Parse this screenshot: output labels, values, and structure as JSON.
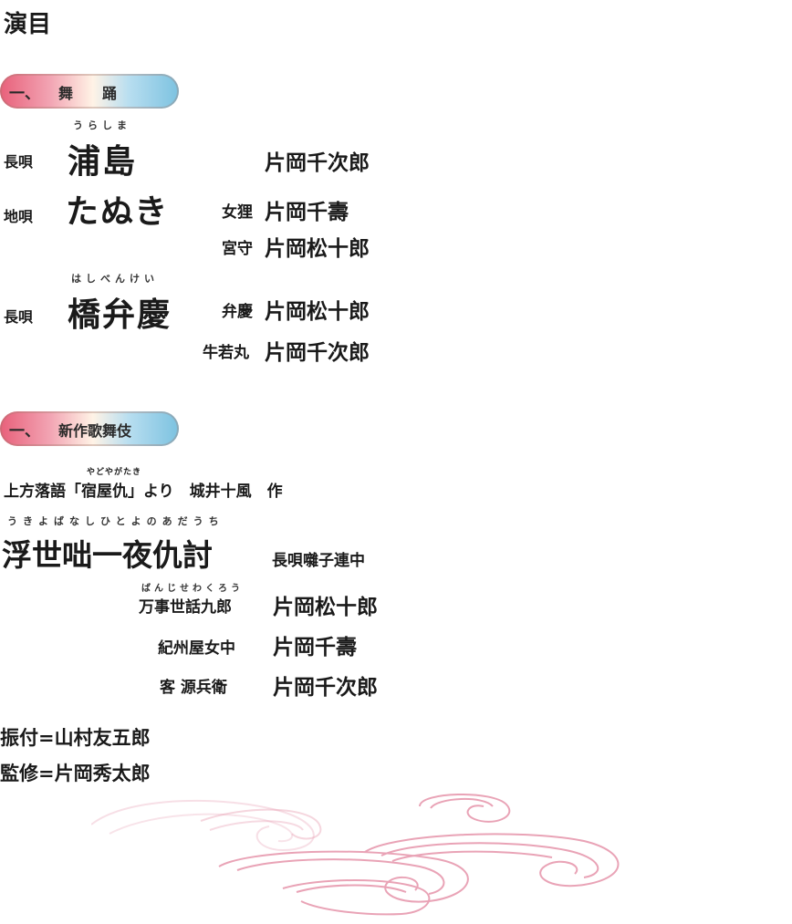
{
  "heading": "演目",
  "section1": {
    "num": "一、",
    "label": "舞　　踊",
    "plays": [
      {
        "genre": "長唄",
        "title": "浦島",
        "ruby": "うらしま",
        "cast": [
          {
            "role": "",
            "actor": "片岡千次郎"
          }
        ]
      },
      {
        "genre": "地唄",
        "title": "たぬき",
        "ruby": "",
        "cast": [
          {
            "role": "女狸",
            "actor": "片岡千壽"
          },
          {
            "role": "宮守",
            "actor": "片岡松十郎"
          }
        ]
      },
      {
        "genre": "長唄",
        "title": "橋弁慶",
        "ruby": "はしべんけい",
        "cast": [
          {
            "role": "弁慶",
            "actor": "片岡松十郎"
          },
          {
            "role": "牛若丸",
            "actor": "片岡千次郎"
          }
        ]
      }
    ]
  },
  "section2": {
    "num": "一、",
    "label": "新作歌舞伎",
    "source_ruby": "やどやがたき",
    "source_line": "上方落語「宿屋仇」より　城井十風　作",
    "title_ruby": "うきよばなしひとよのあだうち",
    "title": "浮世咄一夜仇討",
    "music": "長唄囃子連中",
    "role1_ruby": "ばんじせわくろう",
    "cast": [
      {
        "role": "万事世話九郎",
        "actor": "片岡松十郎"
      },
      {
        "role": "紀州屋女中",
        "actor": "片岡千壽"
      },
      {
        "role": "客 源兵衛",
        "actor": "片岡千次郎"
      }
    ]
  },
  "staff": [
    "振付=山村友五郎",
    "監修=片岡秀太郎"
  ],
  "colors": {
    "banner_red": "#e8607a",
    "banner_blue": "#7cc2e0",
    "wave": "#e9a3b6"
  }
}
